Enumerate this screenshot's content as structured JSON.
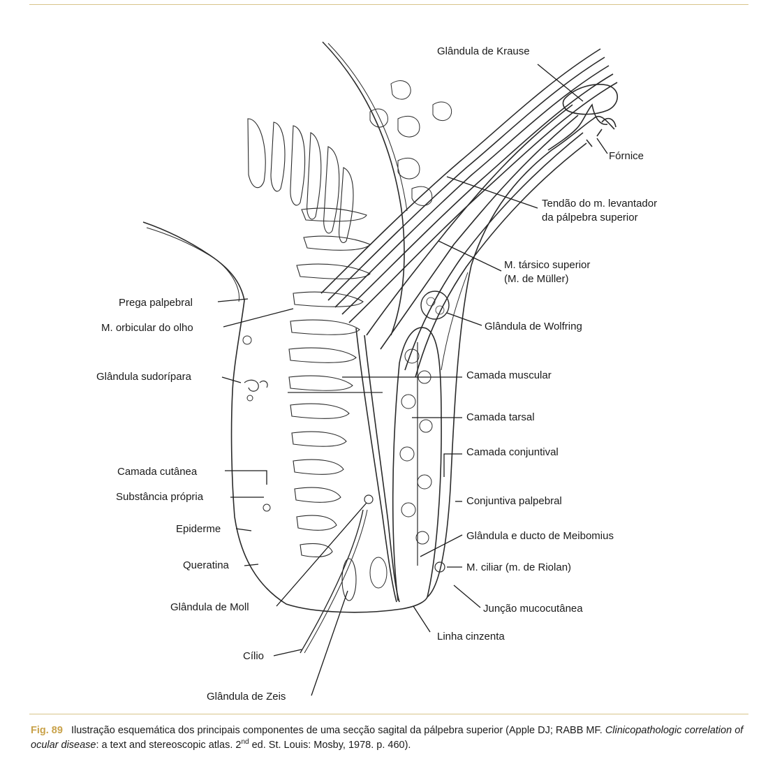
{
  "labels": {
    "glandula_krause": "Glândula de Krause",
    "fornice": "Fórnice",
    "tendao_1": "Tendão do m. levantador",
    "tendao_2": "da pálpebra superior",
    "tarsico_1": "M. társico superior",
    "tarsico_2": "(M. de Müller)",
    "wolfring": "Glândula de Wolfring",
    "prega": "Prega palpebral",
    "orbicular": "M. orbicular do olho",
    "sudoripara": "Glândula sudorípara",
    "camada_muscular": "Camada muscular",
    "camada_tarsal": "Camada tarsal",
    "camada_conjuntival": "Camada conjuntival",
    "camada_cutanea": "Camada cutânea",
    "substancia_propria": "Substância própria",
    "conjuntiva_palpebral": "Conjuntiva palpebral",
    "epiderme": "Epiderme",
    "meibomius": "Glândula e ducto de Meibomius",
    "queratina": "Queratina",
    "ciliar": "M. ciliar (m. de Riolan)",
    "moll": "Glândula de Moll",
    "juncao": "Junção mucocutânea",
    "linha_cinzenta": "Linha cinzenta",
    "cilio": "Cílio",
    "zeis": "Glândula de Zeis"
  },
  "caption": {
    "fig_number": "Fig. 89",
    "text_a": "Ilustração esquemática dos principais componentes de uma secção sagital da pálpebra superior (Apple DJ; RABB MF. ",
    "title_italic": "Clinicopathologic correlation of ocular disease",
    "text_b": ": a text and stereoscopic atlas. 2",
    "sup": "nd",
    "text_c": " ed. St. Louis: Mosby, 1978. p. 460)."
  },
  "colors": {
    "accent": "#c9a24a",
    "rule": "#d8c48a",
    "ink": "#1a1a1a"
  }
}
